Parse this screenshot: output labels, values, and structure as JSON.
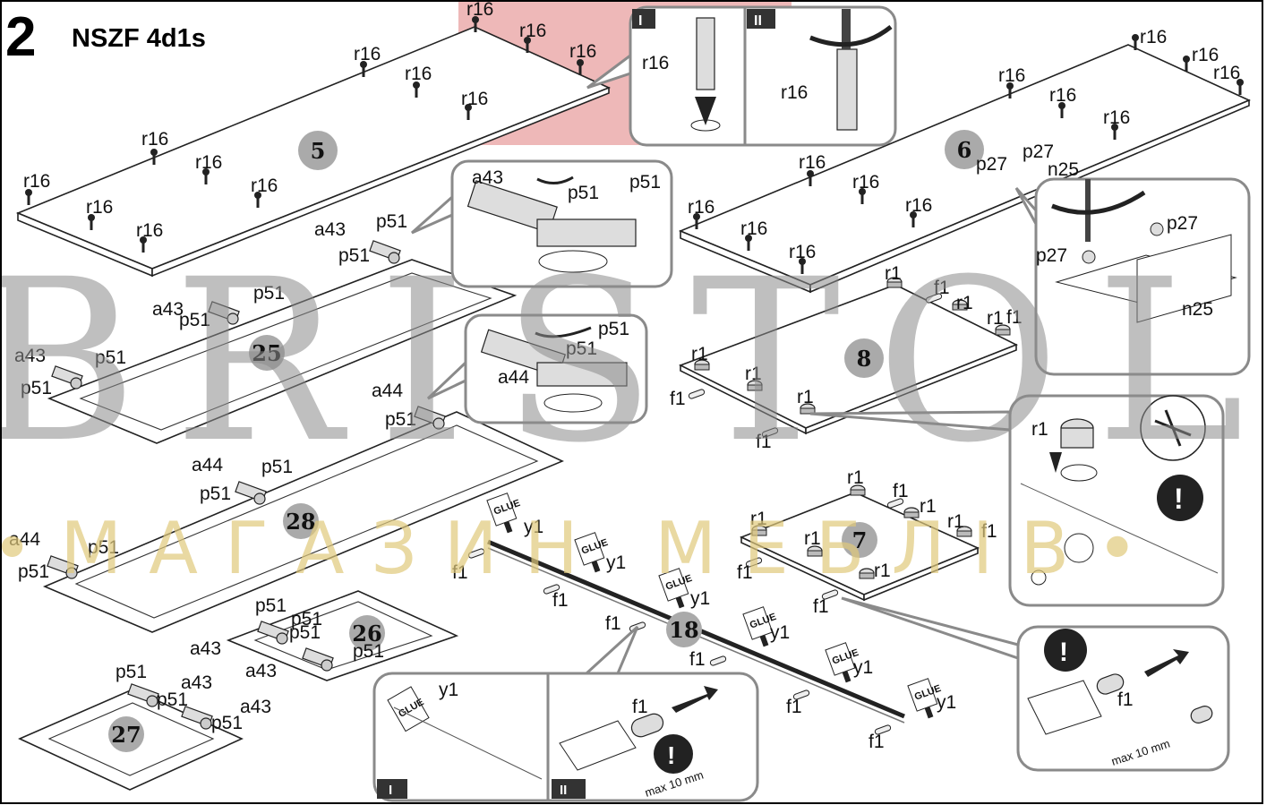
{
  "step": {
    "number": "2",
    "title": "NSZF 4d1s"
  },
  "watermark": {
    "brand": "BRISTOL",
    "subtitle": "•МАГАЗИН МЕБЛІВ•"
  },
  "parts": {
    "p5": "5",
    "p6": "6",
    "p8": "8",
    "p7": "7",
    "p25": "25",
    "p28": "28",
    "p26": "26",
    "p27": "27",
    "p18": "18"
  },
  "hardware": {
    "r16": "r16",
    "r1": "r1",
    "f1": "f1",
    "p27": "p27",
    "n25": "n25",
    "p51": "p51",
    "a43": "a43",
    "a44": "a44",
    "y1": "y1"
  },
  "glue_label": "GLUE",
  "insets": {
    "step_one": "I",
    "step_two": "II",
    "max_note": "max 10 mm",
    "warning_icon": "!"
  },
  "colors": {
    "highlight": "#e8a0a0",
    "callout_border": "#8a8a8a",
    "watermark_gray": "#8c8c8c",
    "watermark_gold": "#e0c97c"
  }
}
